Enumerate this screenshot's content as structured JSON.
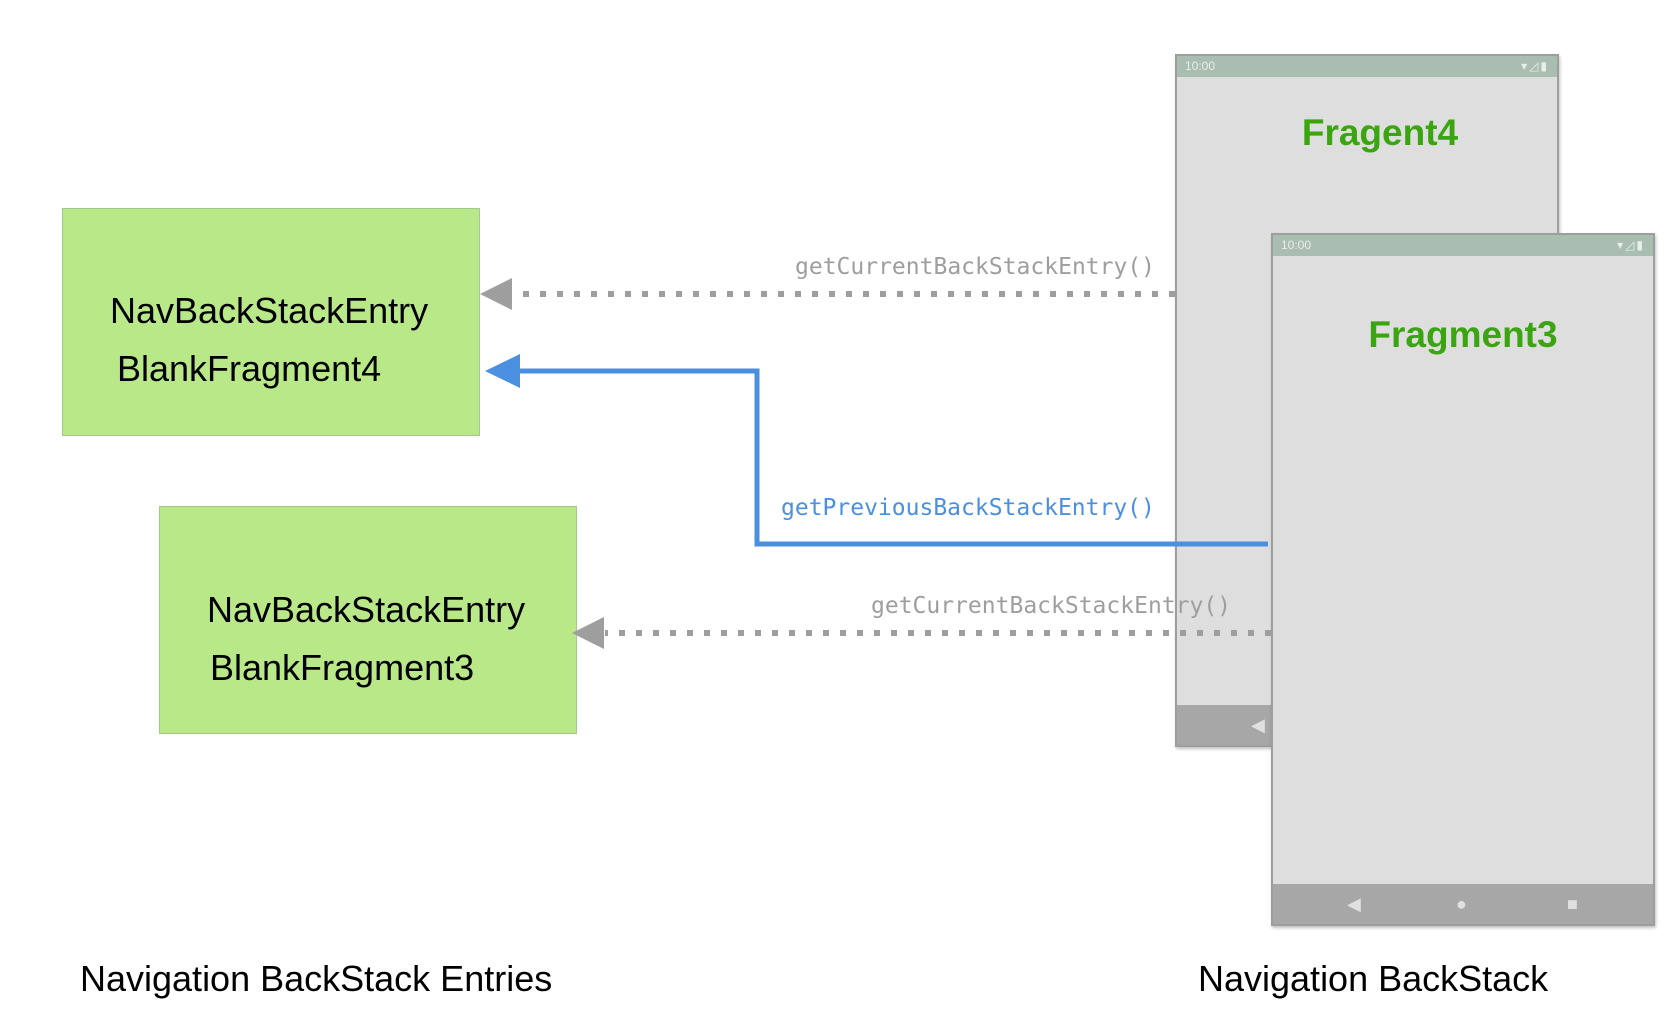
{
  "entries": [
    {
      "class_label": "NavBackStackEntry",
      "fragment_label": "BlankFragment4"
    },
    {
      "class_label": "NavBackStackEntry",
      "fragment_label": "BlankFragment3"
    }
  ],
  "phones": [
    {
      "time": "10:00",
      "title": "Fragent4"
    },
    {
      "time": "10:00",
      "title": "Fragment3"
    }
  ],
  "arrows": {
    "current_top": "getCurrentBackStackEntry()",
    "previous": "getPreviousBackStackEntry()",
    "current_bottom": "getCurrentBackStackEntry()"
  },
  "captions": {
    "left": "Navigation BackStack Entries",
    "right": "Navigation BackStack"
  },
  "colors": {
    "entry_fill": "#b9e889",
    "fragment_title": "#3aa510",
    "previous_arrow": "#4a8fe0",
    "current_arrow": "#9e9e9e"
  },
  "icons": {
    "status": [
      "wifi-icon",
      "signal-icon",
      "battery-icon"
    ],
    "nav": [
      "back-icon",
      "home-icon",
      "recents-icon"
    ]
  }
}
